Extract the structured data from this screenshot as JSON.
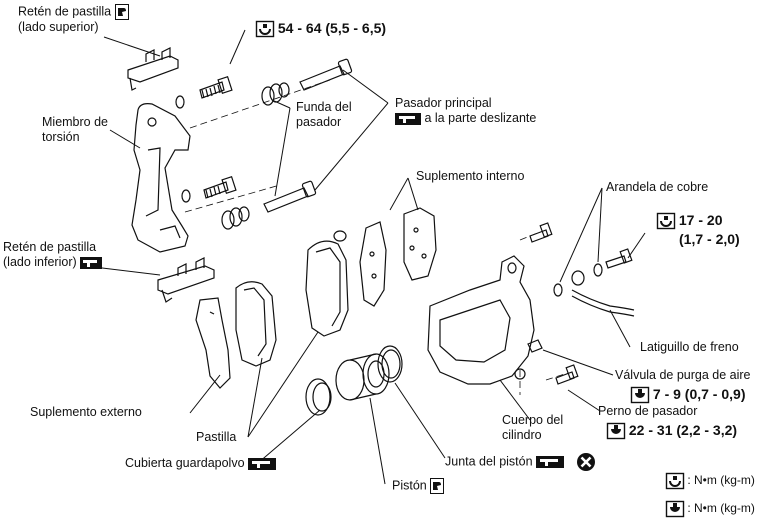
{
  "labels": {
    "reten_superior_1": "Retén de pastilla",
    "reten_superior_2": "(lado superior)",
    "torque_top": "54 - 64 (5,5 - 6,5)",
    "miembro_1": "Miembro de",
    "miembro_2": "torsión",
    "funda_1": "Funda del",
    "funda_2": "pasador",
    "pasador_principal": "Pasador principal",
    "pasador_grease": "a la parte deslizante",
    "suplemento_interno": "Suplemento interno",
    "arandela": "Arandela de cobre",
    "torque_right_1": "17 - 20",
    "torque_right_2": "(1,7 - 2,0)",
    "reten_inferior_1": "Retén de pastilla",
    "reten_inferior_2": "(lado inferior)",
    "latiguillo": "Latiguillo de freno",
    "valvula": "Válvula de purga de aire",
    "torque_valvula": "7 - 9 (0,7 - 0,9)",
    "perno": "Perno de pasador",
    "torque_perno": "22 - 31 (2,2 - 3,2)",
    "cuerpo_1": "Cuerpo del",
    "cuerpo_2": "cilindro",
    "suplemento_externo": "Suplemento externo",
    "pastilla": "Pastilla",
    "cubierta": "Cubierta guardapolvo",
    "junta": "Junta del pistón",
    "piston": "Pistón",
    "legend_1": ": N•m (kg-m)",
    "legend_2": ": N•m (kg-m)"
  },
  "icons": {
    "torque_open": "torque-wrench-open-icon",
    "torque_filled": "torque-wrench-filled-icon",
    "grease": "grease-brush-icon",
    "rubber_grease": "rubber-grease-icon",
    "do_not_reuse": "do-not-reuse-x-icon"
  }
}
